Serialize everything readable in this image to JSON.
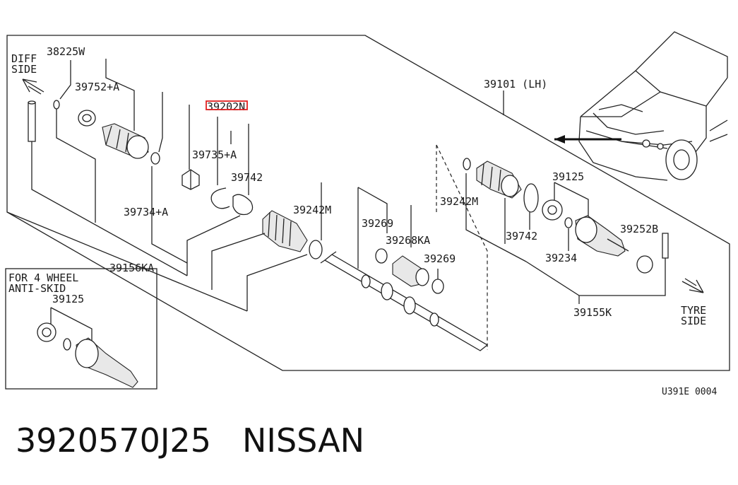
{
  "side_labels": {
    "diff_line1": "DIFF",
    "diff_line2": "SIDE",
    "tyre_line1": "TYRE",
    "tyre_line2": "SIDE"
  },
  "parts": {
    "p38225W": "38225W",
    "p39752A": "39752+A",
    "p39202N": "39202N",
    "p39735A": "39735+A",
    "p39742a": "39742",
    "p39734A": "39734+A",
    "p39242Ma": "39242M",
    "p39269a": "39269",
    "p39268KA": "39268KA",
    "p39269b": "39269",
    "p39156KA": "39156KA",
    "p39101LH": "39101 (LH)",
    "p39242Mb": "39242M",
    "p39125": "39125",
    "p39742b": "39742",
    "p39234": "39234",
    "p39252B": "39252B",
    "p39155K": "39155K"
  },
  "inset": {
    "line1": "FOR 4 WHEEL",
    "line2": "ANTI-SKID",
    "part": "39125"
  },
  "diagram_code": "U391E 0004",
  "caption": {
    "part_number": "3920570J25",
    "brand": "NISSAN"
  },
  "highlight_color": "#e02020"
}
